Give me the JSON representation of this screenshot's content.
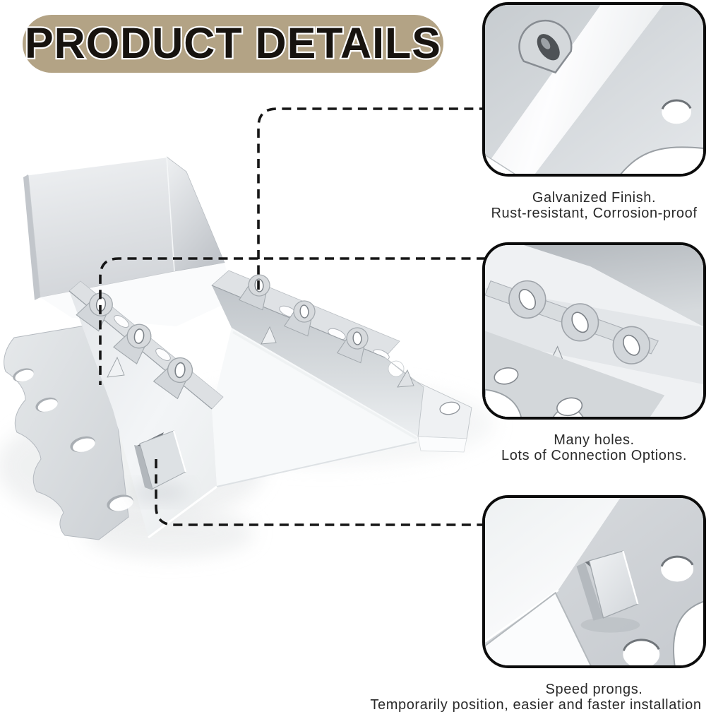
{
  "header": {
    "title": "PRODUCT DETAILS"
  },
  "callouts": [
    {
      "name": "galvanized-finish",
      "line1": "Galvanized Finish.",
      "line2": "Rust-resistant, Corrosion-proof"
    },
    {
      "name": "many-holes",
      "line1": "Many holes.",
      "line2": "Lots of Connection Options."
    },
    {
      "name": "speed-prongs",
      "line1": "Speed prongs.",
      "line2": "Temporarily position, easier and faster installation"
    }
  ],
  "illustration": {
    "subject": "galvanized-steel-bracket",
    "features": [
      "keyhole-tabs",
      "nail-holes",
      "speed-prong",
      "scalloped-flange"
    ]
  },
  "colors": {
    "background": "#ffffff",
    "banner": "#b3a385",
    "banner_text": "#17130f",
    "banner_text_outline": "#ffffff",
    "callout_border": "#0c0c0c",
    "connector_line": "#161616",
    "caption_text": "#2a2a2a",
    "metal_light": "#f2f4f6",
    "metal_mid": "#d5d9dc",
    "metal_dark": "#c3c7cc"
  }
}
